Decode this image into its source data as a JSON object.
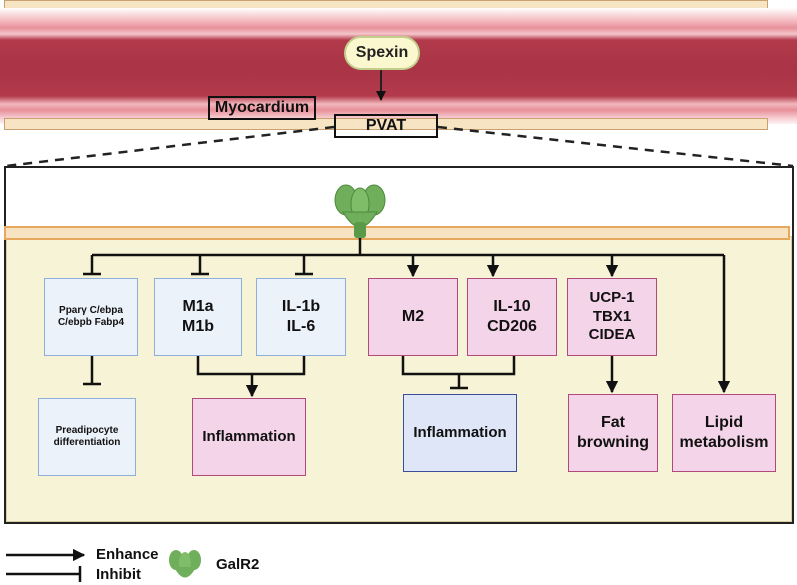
{
  "vessel": {
    "spexin": "Spexin",
    "myocardium": "Myocardium",
    "pvat": "PVAT"
  },
  "nodes": {
    "ppar": "Pparγ  C/ebpa\nC/ebpb  Fabp4",
    "preadipocyte": "Preadipocyte\ndifferentiation",
    "m1": "M1a\nM1b",
    "il1b": "IL-1b\nIL-6",
    "inflammation_left": "Inflammation",
    "m2": "M2",
    "il10": "IL-10\nCD206",
    "inflammation_right": "Inflammation",
    "ucp1": "UCP-1\nTBX1\nCIDEA",
    "fat_browning": "Fat\nbrowning",
    "lipid_metabolism": "Lipid\nmetabolism"
  },
  "legend": {
    "enhance": "Enhance",
    "inhibit": "Inhibit",
    "receptor": "GalR2"
  },
  "colors": {
    "blood": "#a93446",
    "vessel_wall": "#f7e4c3",
    "panel_fill": "#f7f3d6",
    "inhibit_node": "#ecf2fa",
    "enhance_node": "#f4d4e8",
    "receptor": "#6fae5a"
  }
}
